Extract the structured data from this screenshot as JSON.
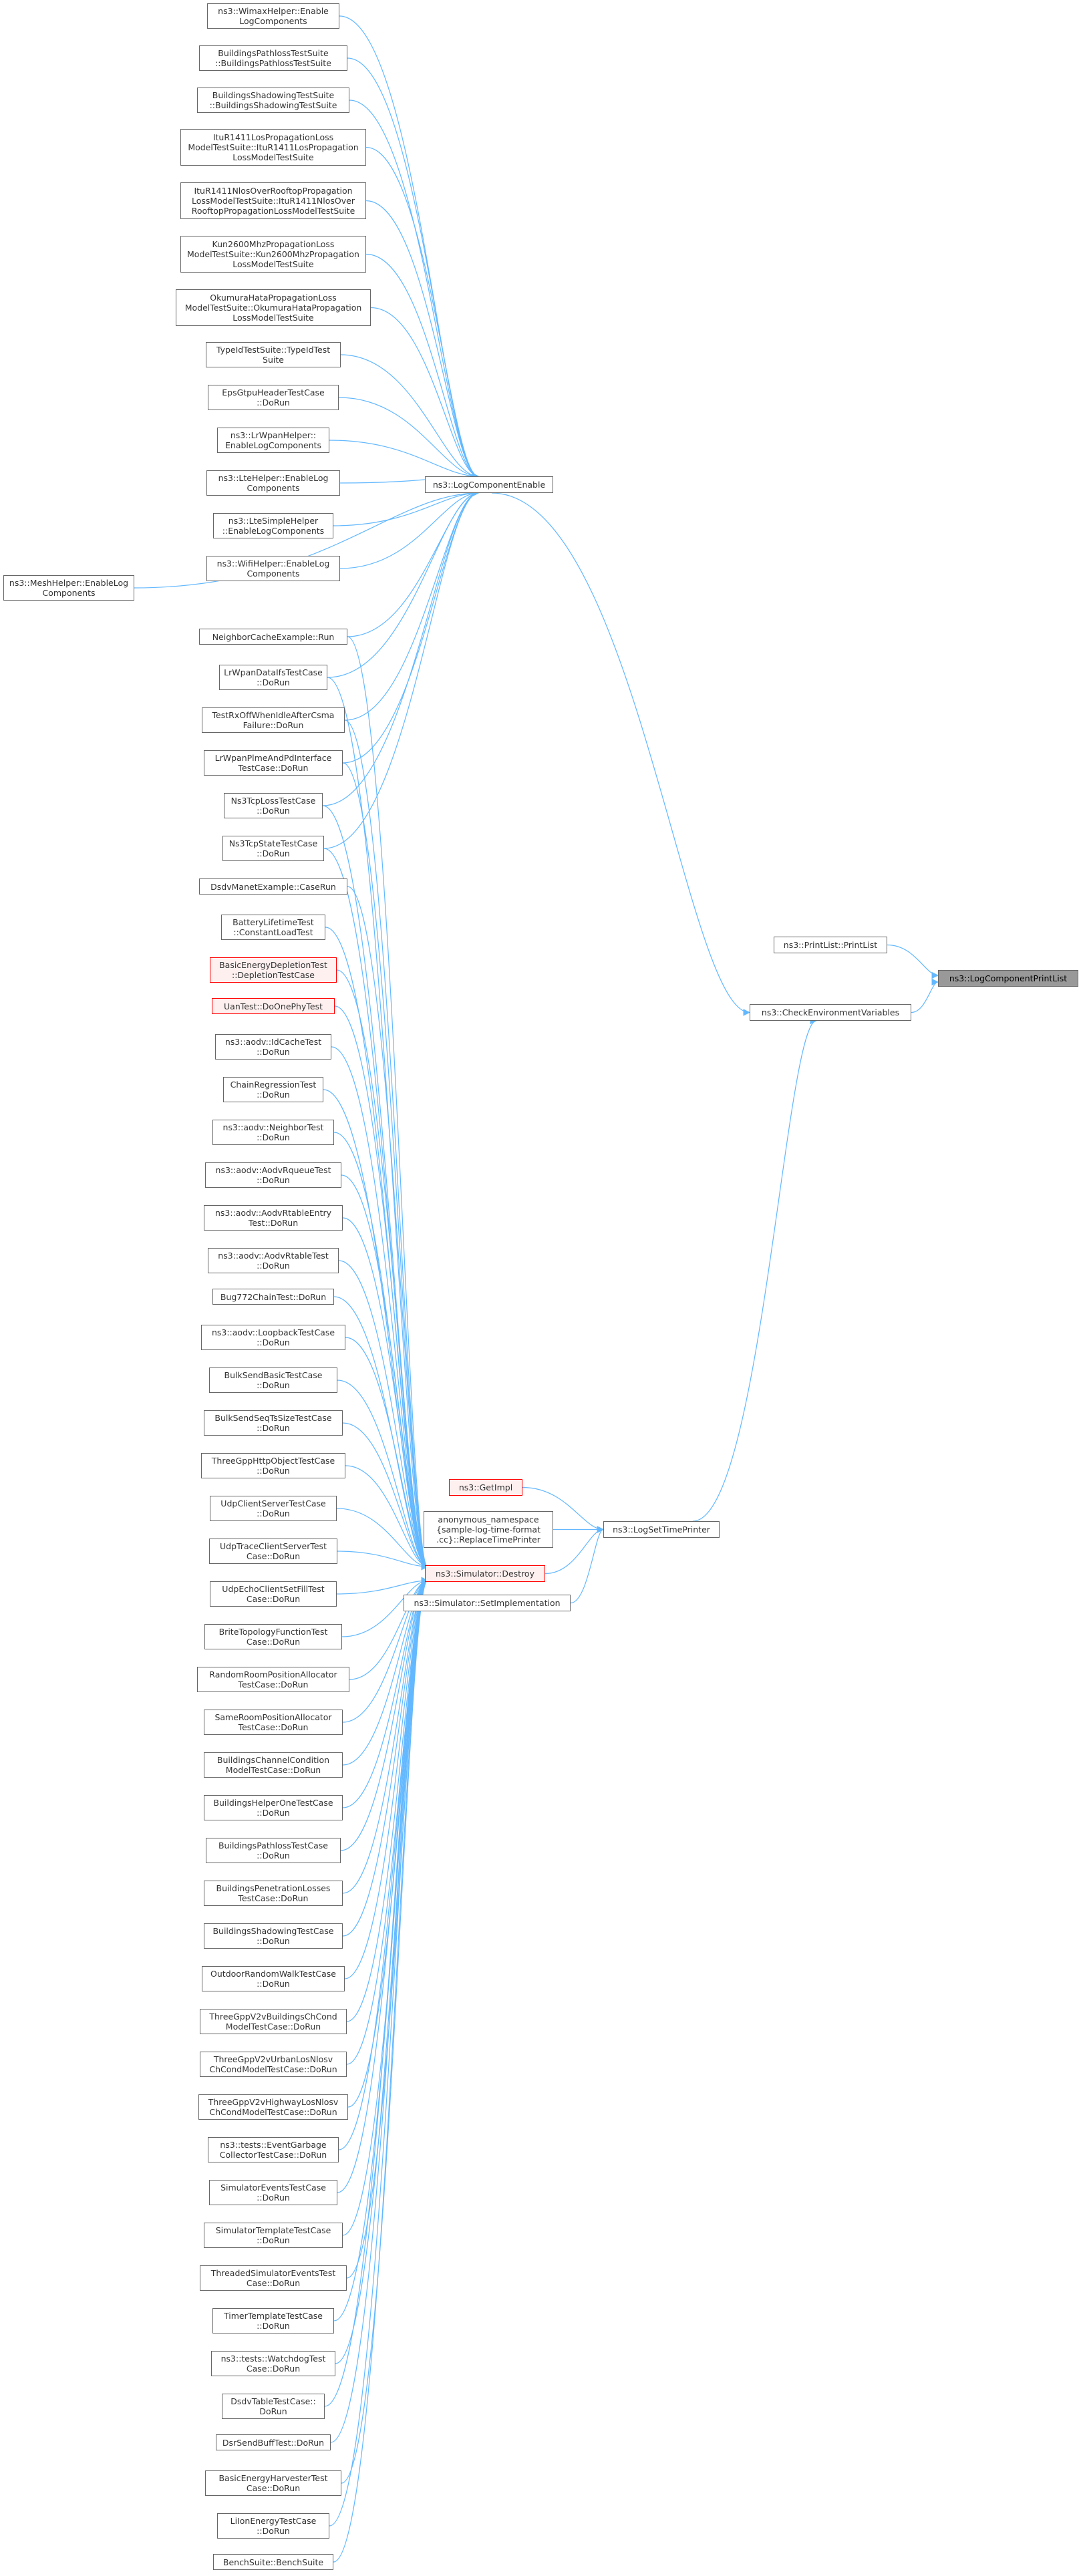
{
  "colors": {
    "edge": "#63b8ff",
    "node_border": "#666666",
    "node_border_red": "#ff0000",
    "target_fill": "#999999"
  },
  "nodes": [
    {
      "id": "wimax",
      "label": "ns3::WimaxHelper::Enable\nLogComponents"
    },
    {
      "id": "bpt_suite",
      "label": "BuildingsPathlossTestSuite\n::BuildingsPathlossTestSuite"
    },
    {
      "id": "bst_suite",
      "label": "BuildingsShadowingTestSuite\n::BuildingsShadowingTestSuite"
    },
    {
      "id": "itur_los",
      "label": "ItuR1411LosPropagationLoss\nModelTestSuite::ItuR1411LosPropagation\nLossModelTestSuite"
    },
    {
      "id": "itur_nlos",
      "label": "ItuR1411NlosOverRooftopPropagation\nLossModelTestSuite::ItuR1411NlosOver\nRooftopPropagationLossModelTestSuite"
    },
    {
      "id": "kun",
      "label": "Kun2600MhzPropagationLoss\nModelTestSuite::Kun2600MhzPropagation\nLossModelTestSuite"
    },
    {
      "id": "okumura",
      "label": "OkumuraHataPropagationLoss\nModelTestSuite::OkumuraHataPropagation\nLossModelTestSuite"
    },
    {
      "id": "typeid",
      "label": "TypeIdTestSuite::TypeIdTest\nSuite"
    },
    {
      "id": "epsgtpu",
      "label": "EpsGtpuHeaderTestCase\n::DoRun"
    },
    {
      "id": "lrwpanhelper",
      "label": "ns3::LrWpanHelper::\nEnableLogComponents"
    },
    {
      "id": "ltehelper",
      "label": "ns3::LteHelper::EnableLog\nComponents"
    },
    {
      "id": "ltesimple",
      "label": "ns3::LteSimpleHelper\n::EnableLogComponents"
    },
    {
      "id": "wifihelper",
      "label": "ns3::WifiHelper::EnableLog\nComponents"
    },
    {
      "id": "meshhelper",
      "label": "ns3::MeshHelper::EnableLog\nComponents"
    },
    {
      "id": "neighborcache",
      "label": "NeighborCacheExample::Run"
    },
    {
      "id": "lrwpandatafs",
      "label": "LrWpanDataIfsTestCase\n::DoRun"
    },
    {
      "id": "testrxoff",
      "label": "TestRxOffWhenIdleAfterCsma\nFailure::DoRun"
    },
    {
      "id": "lrwpanplme",
      "label": "LrWpanPlmeAndPdInterface\nTestCase::DoRun"
    },
    {
      "id": "ns3tcploss",
      "label": "Ns3TcpLossTestCase\n::DoRun"
    },
    {
      "id": "ns3tcpstate",
      "label": "Ns3TcpStateTestCase\n::DoRun"
    },
    {
      "id": "dsdvmanet",
      "label": "DsdvManetExample::CaseRun"
    },
    {
      "id": "batterylife",
      "label": "BatteryLifetimeTest\n::ConstantLoadTest"
    },
    {
      "id": "basicenergydep",
      "label": "BasicEnergyDepletionTest\n::DepletionTestCase"
    },
    {
      "id": "uantest",
      "label": "UanTest::DoOnePhyTest"
    },
    {
      "id": "aodvidcache",
      "label": "ns3::aodv::IdCacheTest\n::DoRun"
    },
    {
      "id": "chainreg",
      "label": "ChainRegressionTest\n::DoRun"
    },
    {
      "id": "aodvneighbor",
      "label": "ns3::aodv::NeighborTest\n::DoRun"
    },
    {
      "id": "aodvrqueue",
      "label": "ns3::aodv::AodvRqueueTest\n::DoRun"
    },
    {
      "id": "aodvrtableentry",
      "label": "ns3::aodv::AodvRtableEntry\nTest::DoRun"
    },
    {
      "id": "aodvrtable",
      "label": "ns3::aodv::AodvRtableTest\n::DoRun"
    },
    {
      "id": "bug772",
      "label": "Bug772ChainTest::DoRun"
    },
    {
      "id": "aodvloopback",
      "label": "ns3::aodv::LoopbackTestCase\n::DoRun"
    },
    {
      "id": "bulksendbasic",
      "label": "BulkSendBasicTestCase\n::DoRun"
    },
    {
      "id": "bulksendseq",
      "label": "BulkSendSeqTsSizeTestCase\n::DoRun"
    },
    {
      "id": "threegpphttp",
      "label": "ThreeGppHttpObjectTestCase\n::DoRun"
    },
    {
      "id": "udpclientserver",
      "label": "UdpClientServerTestCase\n::DoRun"
    },
    {
      "id": "udptraceclient",
      "label": "UdpTraceClientServerTest\nCase::DoRun"
    },
    {
      "id": "udpechoclient",
      "label": "UdpEchoClientSetFillTest\nCase::DoRun"
    },
    {
      "id": "britetopo",
      "label": "BriteTopologyFunctionTest\nCase::DoRun"
    },
    {
      "id": "randomroom",
      "label": "RandomRoomPositionAllocator\nTestCase::DoRun"
    },
    {
      "id": "sameroom",
      "label": "SameRoomPositionAllocator\nTestCase::DoRun"
    },
    {
      "id": "buildingschannel",
      "label": "BuildingsChannelCondition\nModelTestCase::DoRun"
    },
    {
      "id": "buildingshelperone",
      "label": "BuildingsHelperOneTestCase\n::DoRun"
    },
    {
      "id": "buildingspathloss",
      "label": "BuildingsPathlossTestCase\n::DoRun"
    },
    {
      "id": "buildingspenetration",
      "label": "BuildingsPenetrationLosses\nTestCase::DoRun"
    },
    {
      "id": "buildingsshadowing",
      "label": "BuildingsShadowingTestCase\n::DoRun"
    },
    {
      "id": "outdoorrandomwalk",
      "label": "OutdoorRandomWalkTestCase\n::DoRun"
    },
    {
      "id": "threegppv2vbuildings",
      "label": "ThreeGppV2vBuildingsChCond\nModelTestCase::DoRun"
    },
    {
      "id": "threegppv2vurban",
      "label": "ThreeGppV2vUrbanLosNlosv\nChCondModelTestCase::DoRun"
    },
    {
      "id": "threegppv2vhighway",
      "label": "ThreeGppV2vHighwayLosNlosv\nChCondModelTestCase::DoRun"
    },
    {
      "id": "eventgarbage",
      "label": "ns3::tests::EventGarbage\nCollectorTestCase::DoRun"
    },
    {
      "id": "simulatorevents",
      "label": "SimulatorEventsTestCase\n::DoRun"
    },
    {
      "id": "simulatortemplate",
      "label": "SimulatorTemplateTestCase\n::DoRun"
    },
    {
      "id": "threadedsim",
      "label": "ThreadedSimulatorEventsTest\nCase::DoRun"
    },
    {
      "id": "timertemplate",
      "label": "TimerTemplateTestCase\n::DoRun"
    },
    {
      "id": "watchdog",
      "label": "ns3::tests::WatchdogTest\nCase::DoRun"
    },
    {
      "id": "dsdvtable",
      "label": "DsdvTableTestCase::\nDoRun"
    },
    {
      "id": "dsrsendbuff",
      "label": "DsrSendBuffTest::DoRun"
    },
    {
      "id": "basicenergyharv",
      "label": "BasicEnergyHarvesterTest\nCase::DoRun"
    },
    {
      "id": "liionenergy",
      "label": "LiIonEnergyTestCase\n::DoRun"
    },
    {
      "id": "benchsuite",
      "label": "BenchSuite::BenchSuite"
    },
    {
      "id": "logcompenable",
      "label": "ns3::LogComponentEnable"
    },
    {
      "id": "simdestroy",
      "label": "ns3::Simulator::Destroy"
    },
    {
      "id": "getimpl",
      "label": "ns3::GetImpl"
    },
    {
      "id": "anonreplace",
      "label": "anonymous_namespace\n{sample-log-time-format\n.cc}::ReplaceTimePrinter"
    },
    {
      "id": "simsetimpl",
      "label": "ns3::Simulator::SetImplementation"
    },
    {
      "id": "logsettime",
      "label": "ns3::LogSetTimePrinter"
    },
    {
      "id": "printlist",
      "label": "ns3::PrintList::PrintList"
    },
    {
      "id": "checkenv",
      "label": "ns3::CheckEnvironmentVariables"
    },
    {
      "id": "logcompprintlist",
      "label": "ns3::LogComponentPrintList"
    }
  ]
}
